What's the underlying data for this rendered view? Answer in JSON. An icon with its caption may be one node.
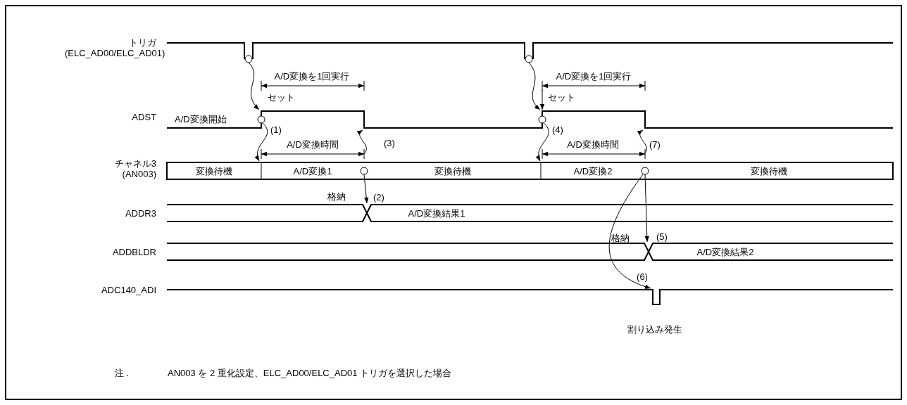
{
  "diagram": {
    "labels": [
      "トリガ (ELC_AD00/ELC_AD01)",
      "A/D変換を1回実行",
      "A/D変換を1回実行",
      "セット",
      "セット",
      "ADST",
      "A/D変換開始",
      "(1)",
      "(4)",
      "A/D変換時間",
      "(3)",
      "A/D変換時間",
      "(7)",
      "チャネル3 (AN003)",
      "変換待機",
      "A/D変換1",
      "変換待機",
      "A/D変換2",
      "変換待機",
      "格納",
      "(2)",
      "ADDR3",
      "A/D変換結果1",
      "格納",
      "(5)",
      "ADDBLDR",
      "A/D変換結果2",
      "(6)",
      "ADC140_ADI",
      "割り込み発生",
      "注 .",
      "AN003 を 2 重化設定、ELC_AD00/ELC_AD01 トリガを選択した場合"
    ]
  }
}
